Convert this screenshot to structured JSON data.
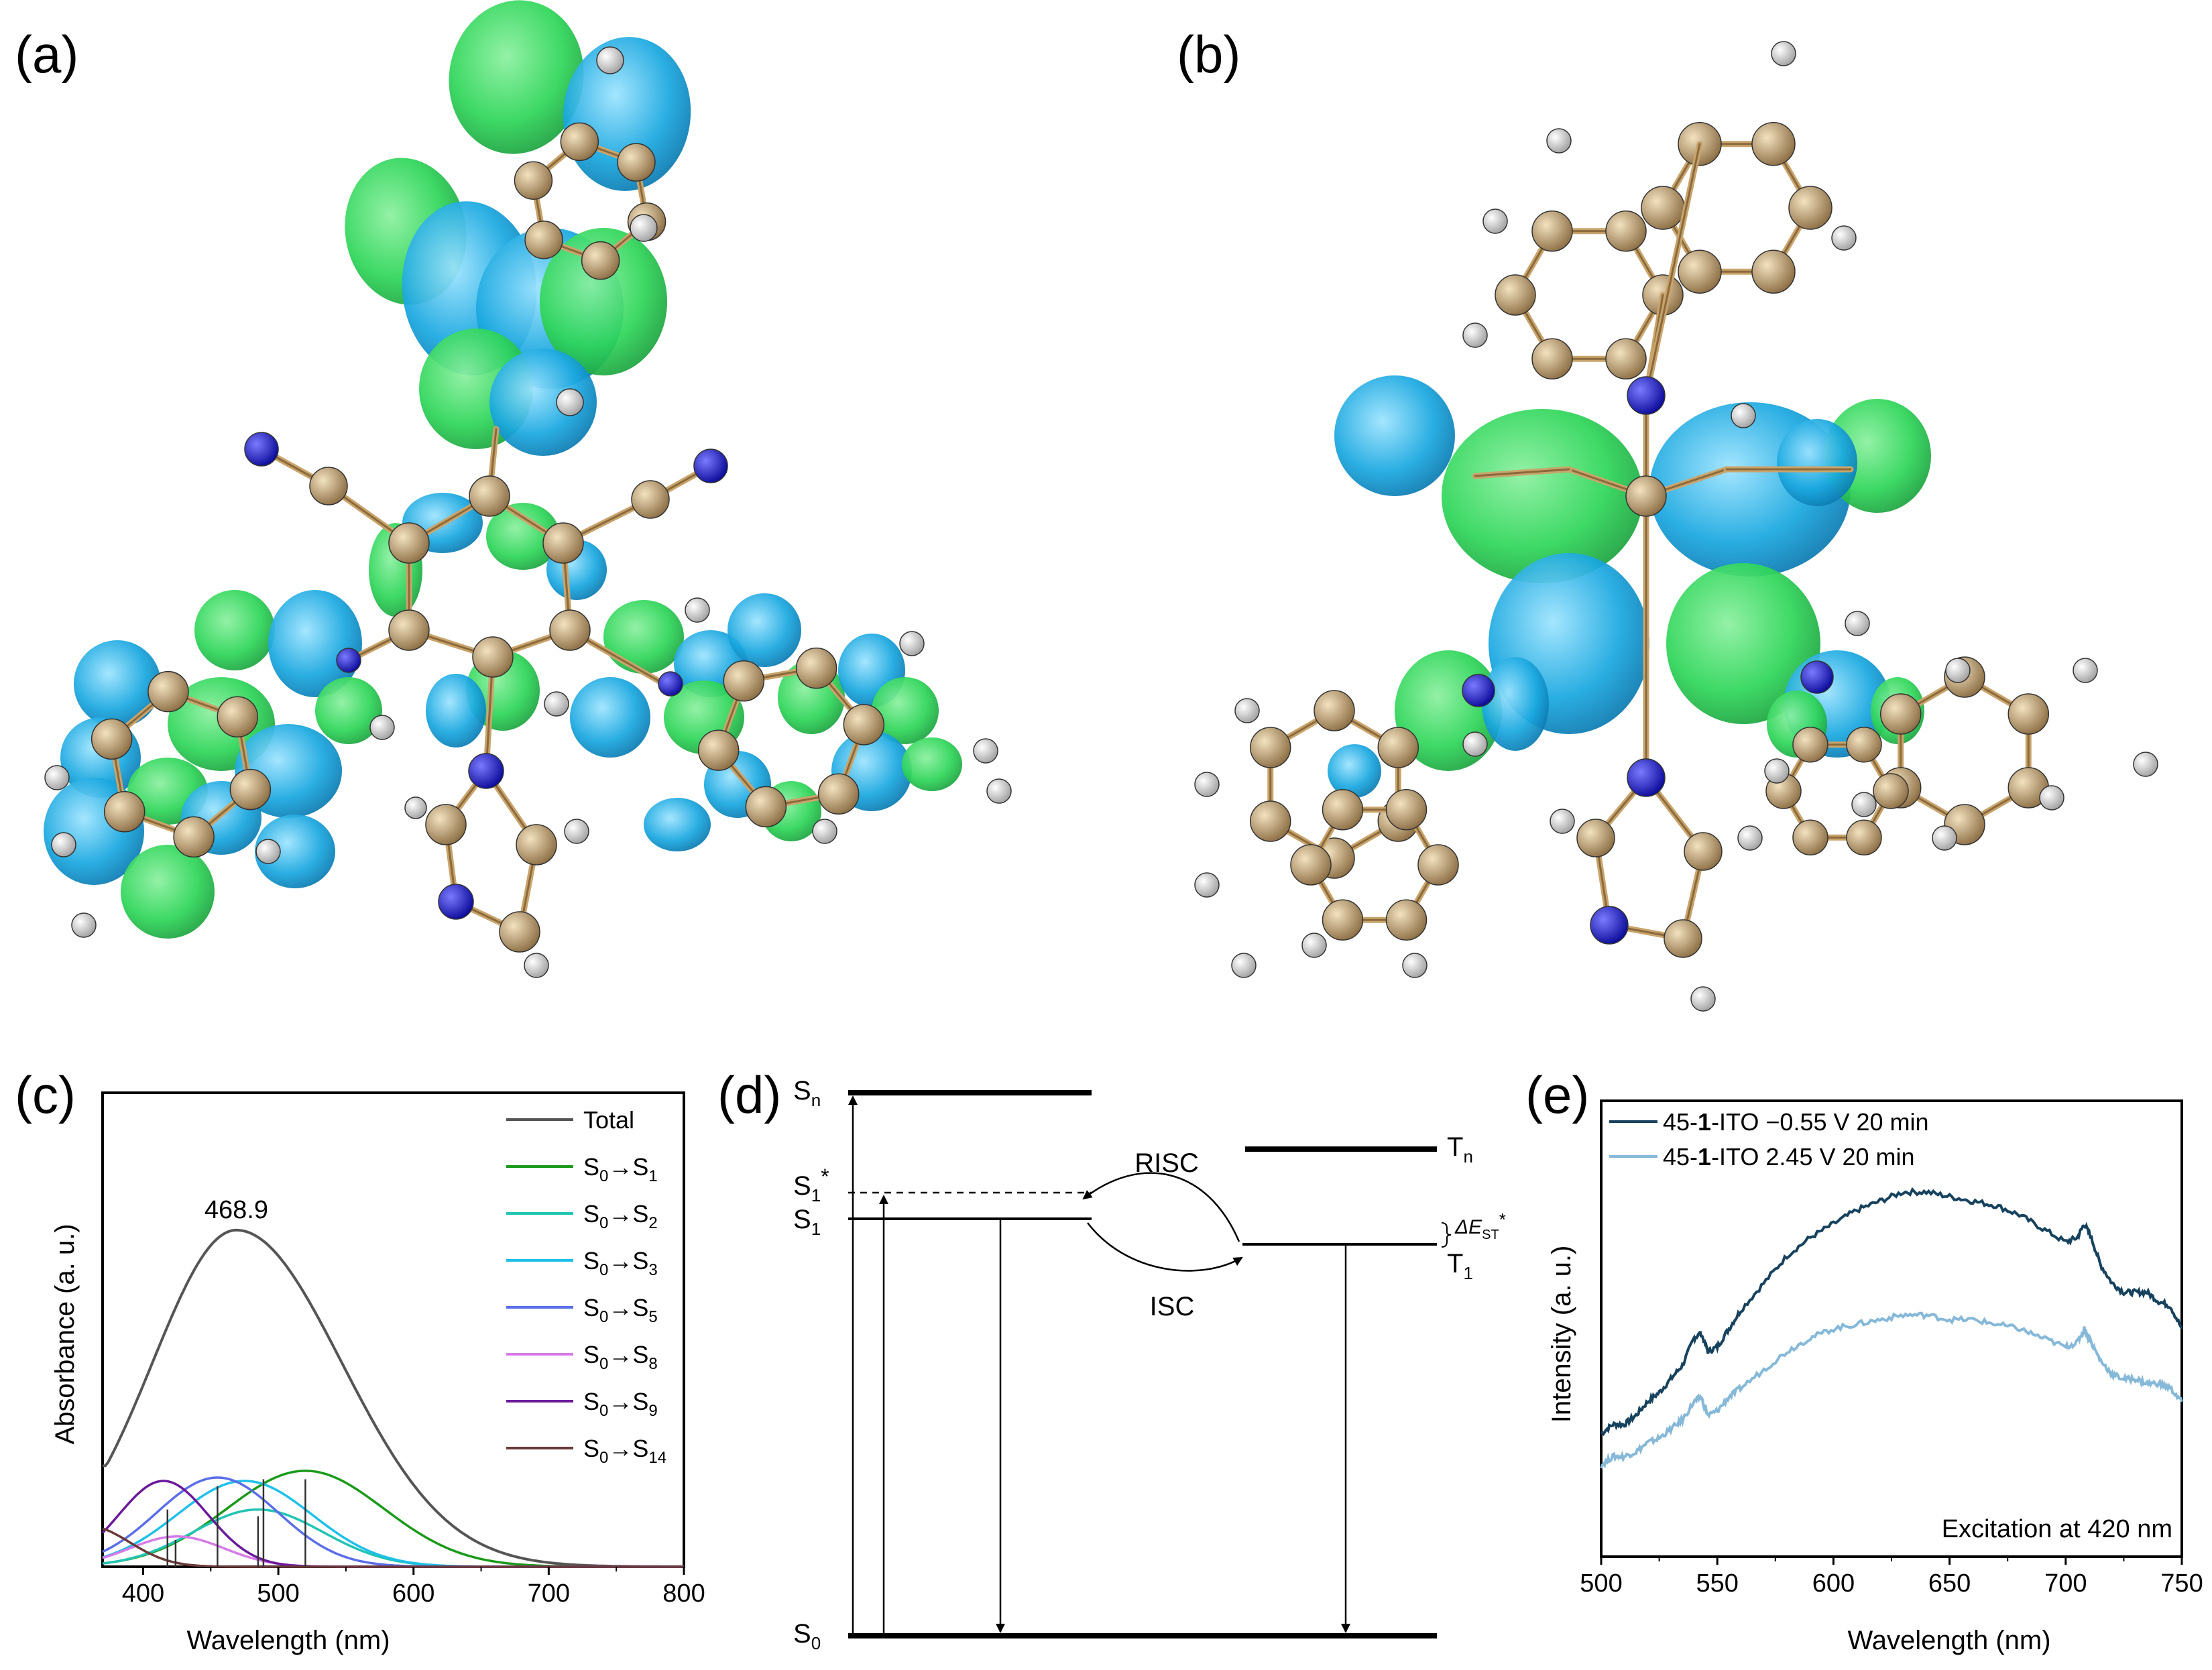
{
  "panels": {
    "a": {
      "label": "(a)"
    },
    "b": {
      "label": "(b)"
    },
    "c": {
      "label": "(c)"
    },
    "d": {
      "label": "(d)"
    },
    "e": {
      "label": "(e)"
    }
  },
  "colors": {
    "atom_c": "#b09060",
    "atom_n": "#1c1ccc",
    "atom_h": "#e8e8e8",
    "lobe_green": "#2fd65a",
    "lobe_blue": "#1aa8e0"
  },
  "chart_data": [
    {
      "panel": "c",
      "type": "line",
      "xlabel": "Wavelength (nm)",
      "ylabel": "Absorbance (a. u.)",
      "xlim": [
        370,
        800
      ],
      "xticks": [
        "400",
        "500",
        "600",
        "700",
        "800"
      ],
      "annotation": "468.9",
      "legend_position": "top-right",
      "series": [
        {
          "name": "Total",
          "color": "#555555",
          "center": 468.9,
          "width": 70,
          "amp": 1.0,
          "base": 0.28
        },
        {
          "name": "S0→S1",
          "name_base": "S",
          "name_sub1": "0",
          "name_sub2": "1",
          "color": "#1a9a1a",
          "center": 520,
          "width": 58,
          "amp": 0.285
        },
        {
          "name": "S0→S2",
          "name_base": "S",
          "name_sub1": "0",
          "name_sub2": "2",
          "color": "#22c4b4",
          "center": 485,
          "width": 48,
          "amp": 0.17
        },
        {
          "name": "S0→S3",
          "name_base": "S",
          "name_sub1": "0",
          "name_sub2": "3",
          "color": "#1ec0e8",
          "center": 475,
          "width": 50,
          "amp": 0.255
        },
        {
          "name": "S0→S5",
          "name_base": "S",
          "name_sub1": "0",
          "name_sub2": "5",
          "color": "#5a6ee8",
          "center": 455,
          "width": 45,
          "amp": 0.265
        },
        {
          "name": "S0→S8",
          "name_base": "S",
          "name_sub1": "0",
          "name_sub2": "8",
          "color": "#d77ae8",
          "center": 425,
          "width": 35,
          "amp": 0.09
        },
        {
          "name": "S0→S9",
          "name_base": "S",
          "name_sub1": "0",
          "name_sub2": "9",
          "color": "#6a1a9a",
          "center": 415,
          "width": 33,
          "amp": 0.255
        },
        {
          "name": "S0→S14",
          "name_base": "S",
          "name_sub1": "0",
          "name_sub2": "14",
          "color": "#6a3a3a",
          "center": 360,
          "width": 30,
          "amp": 0.12
        }
      ],
      "sticks": [
        {
          "x": 418,
          "h": 0.17
        },
        {
          "x": 424,
          "h": 0.08
        },
        {
          "x": 455,
          "h": 0.24
        },
        {
          "x": 485,
          "h": 0.15
        },
        {
          "x": 489,
          "h": 0.26
        },
        {
          "x": 520,
          "h": 0.26
        }
      ]
    },
    {
      "panel": "d",
      "type": "diagram",
      "levels": {
        "Sn": {
          "base": "S",
          "sub": "n"
        },
        "S1star": {
          "base": "S",
          "sub": "1",
          "sup": "*"
        },
        "S1": {
          "base": "S",
          "sub": "1"
        },
        "S0": {
          "base": "S",
          "sub": "0"
        },
        "Tn": {
          "base": "T",
          "sub": "n"
        },
        "T1": {
          "base": "T",
          "sub": "1"
        },
        "dEst": {
          "base": "ΔE",
          "sub": "ST",
          "sup": "*"
        }
      },
      "arrows": {
        "risc": "RISC",
        "isc": "ISC"
      }
    },
    {
      "panel": "e",
      "type": "line",
      "xlabel": "Wavelength (nm)",
      "ylabel": "Intensity (a. u.)",
      "xlim": [
        500,
        750
      ],
      "xticks": [
        "500",
        "550",
        "600",
        "650",
        "700",
        "750"
      ],
      "annotation": "Excitation at 420 nm",
      "legend_position": "top-left",
      "series": [
        {
          "prefix": "45-",
          "bold": "1",
          "suffix": "-ITO −0.55 V 20 min",
          "color": "#17425e",
          "x": [
            500,
            505,
            510,
            515,
            520,
            525,
            530,
            535,
            540,
            543,
            546,
            550,
            555,
            560,
            570,
            580,
            590,
            600,
            610,
            620,
            630,
            640,
            650,
            660,
            670,
            680,
            690,
            700,
            705,
            708,
            711,
            715,
            720,
            725,
            730,
            735,
            740,
            745,
            750
          ],
          "y": [
            0.27,
            0.29,
            0.29,
            0.31,
            0.34,
            0.36,
            0.39,
            0.42,
            0.48,
            0.49,
            0.45,
            0.46,
            0.5,
            0.54,
            0.6,
            0.66,
            0.7,
            0.73,
            0.76,
            0.78,
            0.8,
            0.8,
            0.79,
            0.78,
            0.77,
            0.75,
            0.72,
            0.69,
            0.7,
            0.73,
            0.7,
            0.64,
            0.6,
            0.58,
            0.58,
            0.58,
            0.56,
            0.55,
            0.5
          ]
        },
        {
          "prefix": "45-",
          "bold": "1",
          "suffix": "-ITO 2.45 V 20 min",
          "color": "#86b8d8",
          "x": [
            500,
            505,
            510,
            515,
            520,
            525,
            530,
            535,
            540,
            543,
            546,
            550,
            555,
            560,
            570,
            580,
            590,
            600,
            610,
            620,
            630,
            640,
            650,
            660,
            670,
            680,
            690,
            700,
            705,
            708,
            711,
            715,
            720,
            725,
            730,
            735,
            740,
            745,
            750
          ],
          "y": [
            0.2,
            0.22,
            0.22,
            0.23,
            0.25,
            0.26,
            0.28,
            0.3,
            0.34,
            0.35,
            0.31,
            0.32,
            0.35,
            0.37,
            0.41,
            0.45,
            0.48,
            0.5,
            0.51,
            0.52,
            0.53,
            0.53,
            0.52,
            0.52,
            0.51,
            0.5,
            0.48,
            0.46,
            0.47,
            0.5,
            0.47,
            0.43,
            0.4,
            0.39,
            0.39,
            0.38,
            0.38,
            0.37,
            0.34
          ]
        }
      ]
    }
  ]
}
